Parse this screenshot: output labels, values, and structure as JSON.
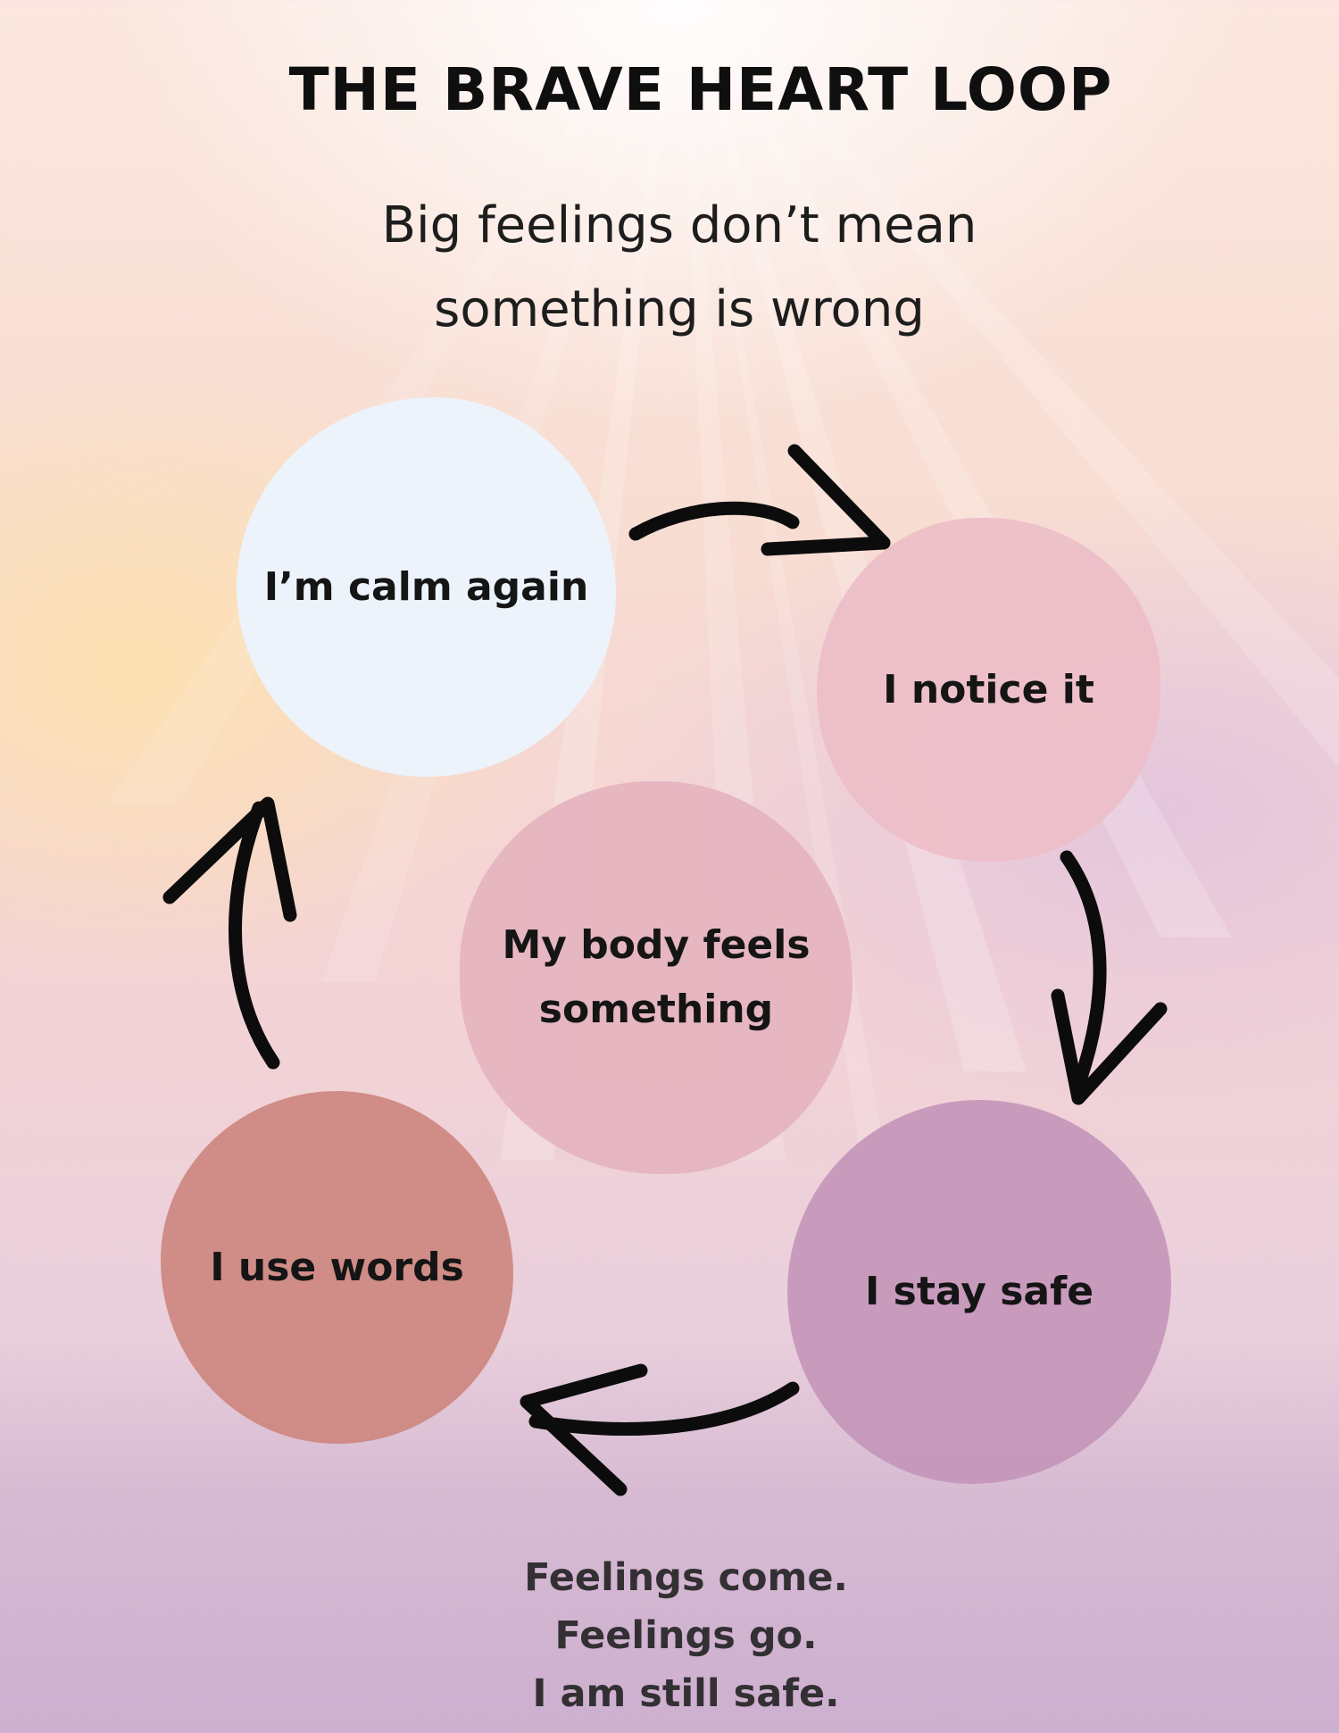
{
  "title": "THE BRAVE HEART LOOP",
  "subtitle": "Big feelings don’t mean\nsomething is wrong",
  "loop": {
    "nodes": [
      {
        "id": "calm",
        "label": "I’m calm again",
        "color": "#ebf4fc"
      },
      {
        "id": "notice",
        "label": "I notice it",
        "color": "#ecbec8"
      },
      {
        "id": "body",
        "label": "My body feels\nsomething",
        "color": "#e4b2be"
      },
      {
        "id": "safe",
        "label": "I stay safe",
        "color": "#c496ba"
      },
      {
        "id": "words",
        "label": "I use words",
        "color": "#ce8780"
      }
    ],
    "arrows": [
      {
        "from": "calm",
        "to": "notice"
      },
      {
        "from": "notice",
        "to": "safe"
      },
      {
        "from": "safe",
        "to": "words"
      },
      {
        "from": "words",
        "to": "calm"
      }
    ]
  },
  "footer": {
    "line1": "Feelings come.",
    "line2": "Feelings go.",
    "line3": "I am still safe."
  }
}
